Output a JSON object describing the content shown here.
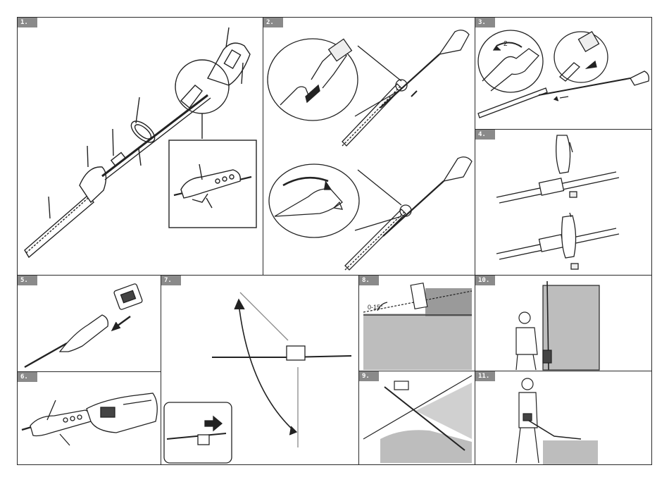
{
  "panels": {
    "p1": {
      "label": "1."
    },
    "p2": {
      "label": "2."
    },
    "p3": {
      "label": "3."
    },
    "p4": {
      "label": "4."
    },
    "p5": {
      "label": "5."
    },
    "p6": {
      "label": "6."
    },
    "p7": {
      "label": "7."
    },
    "p8": {
      "label": "8."
    },
    "p9": {
      "label": "9."
    },
    "p10": {
      "label": "10."
    },
    "p11": {
      "label": "11."
    }
  },
  "annotations": {
    "angle": "0-15°",
    "step_number": "2"
  },
  "colors": {
    "line": "#222222",
    "tag": "#8a8a8a",
    "hedge_gray": "#bdbdbd",
    "hedge_dark": "#444444",
    "shade": "#d0d0d0"
  }
}
